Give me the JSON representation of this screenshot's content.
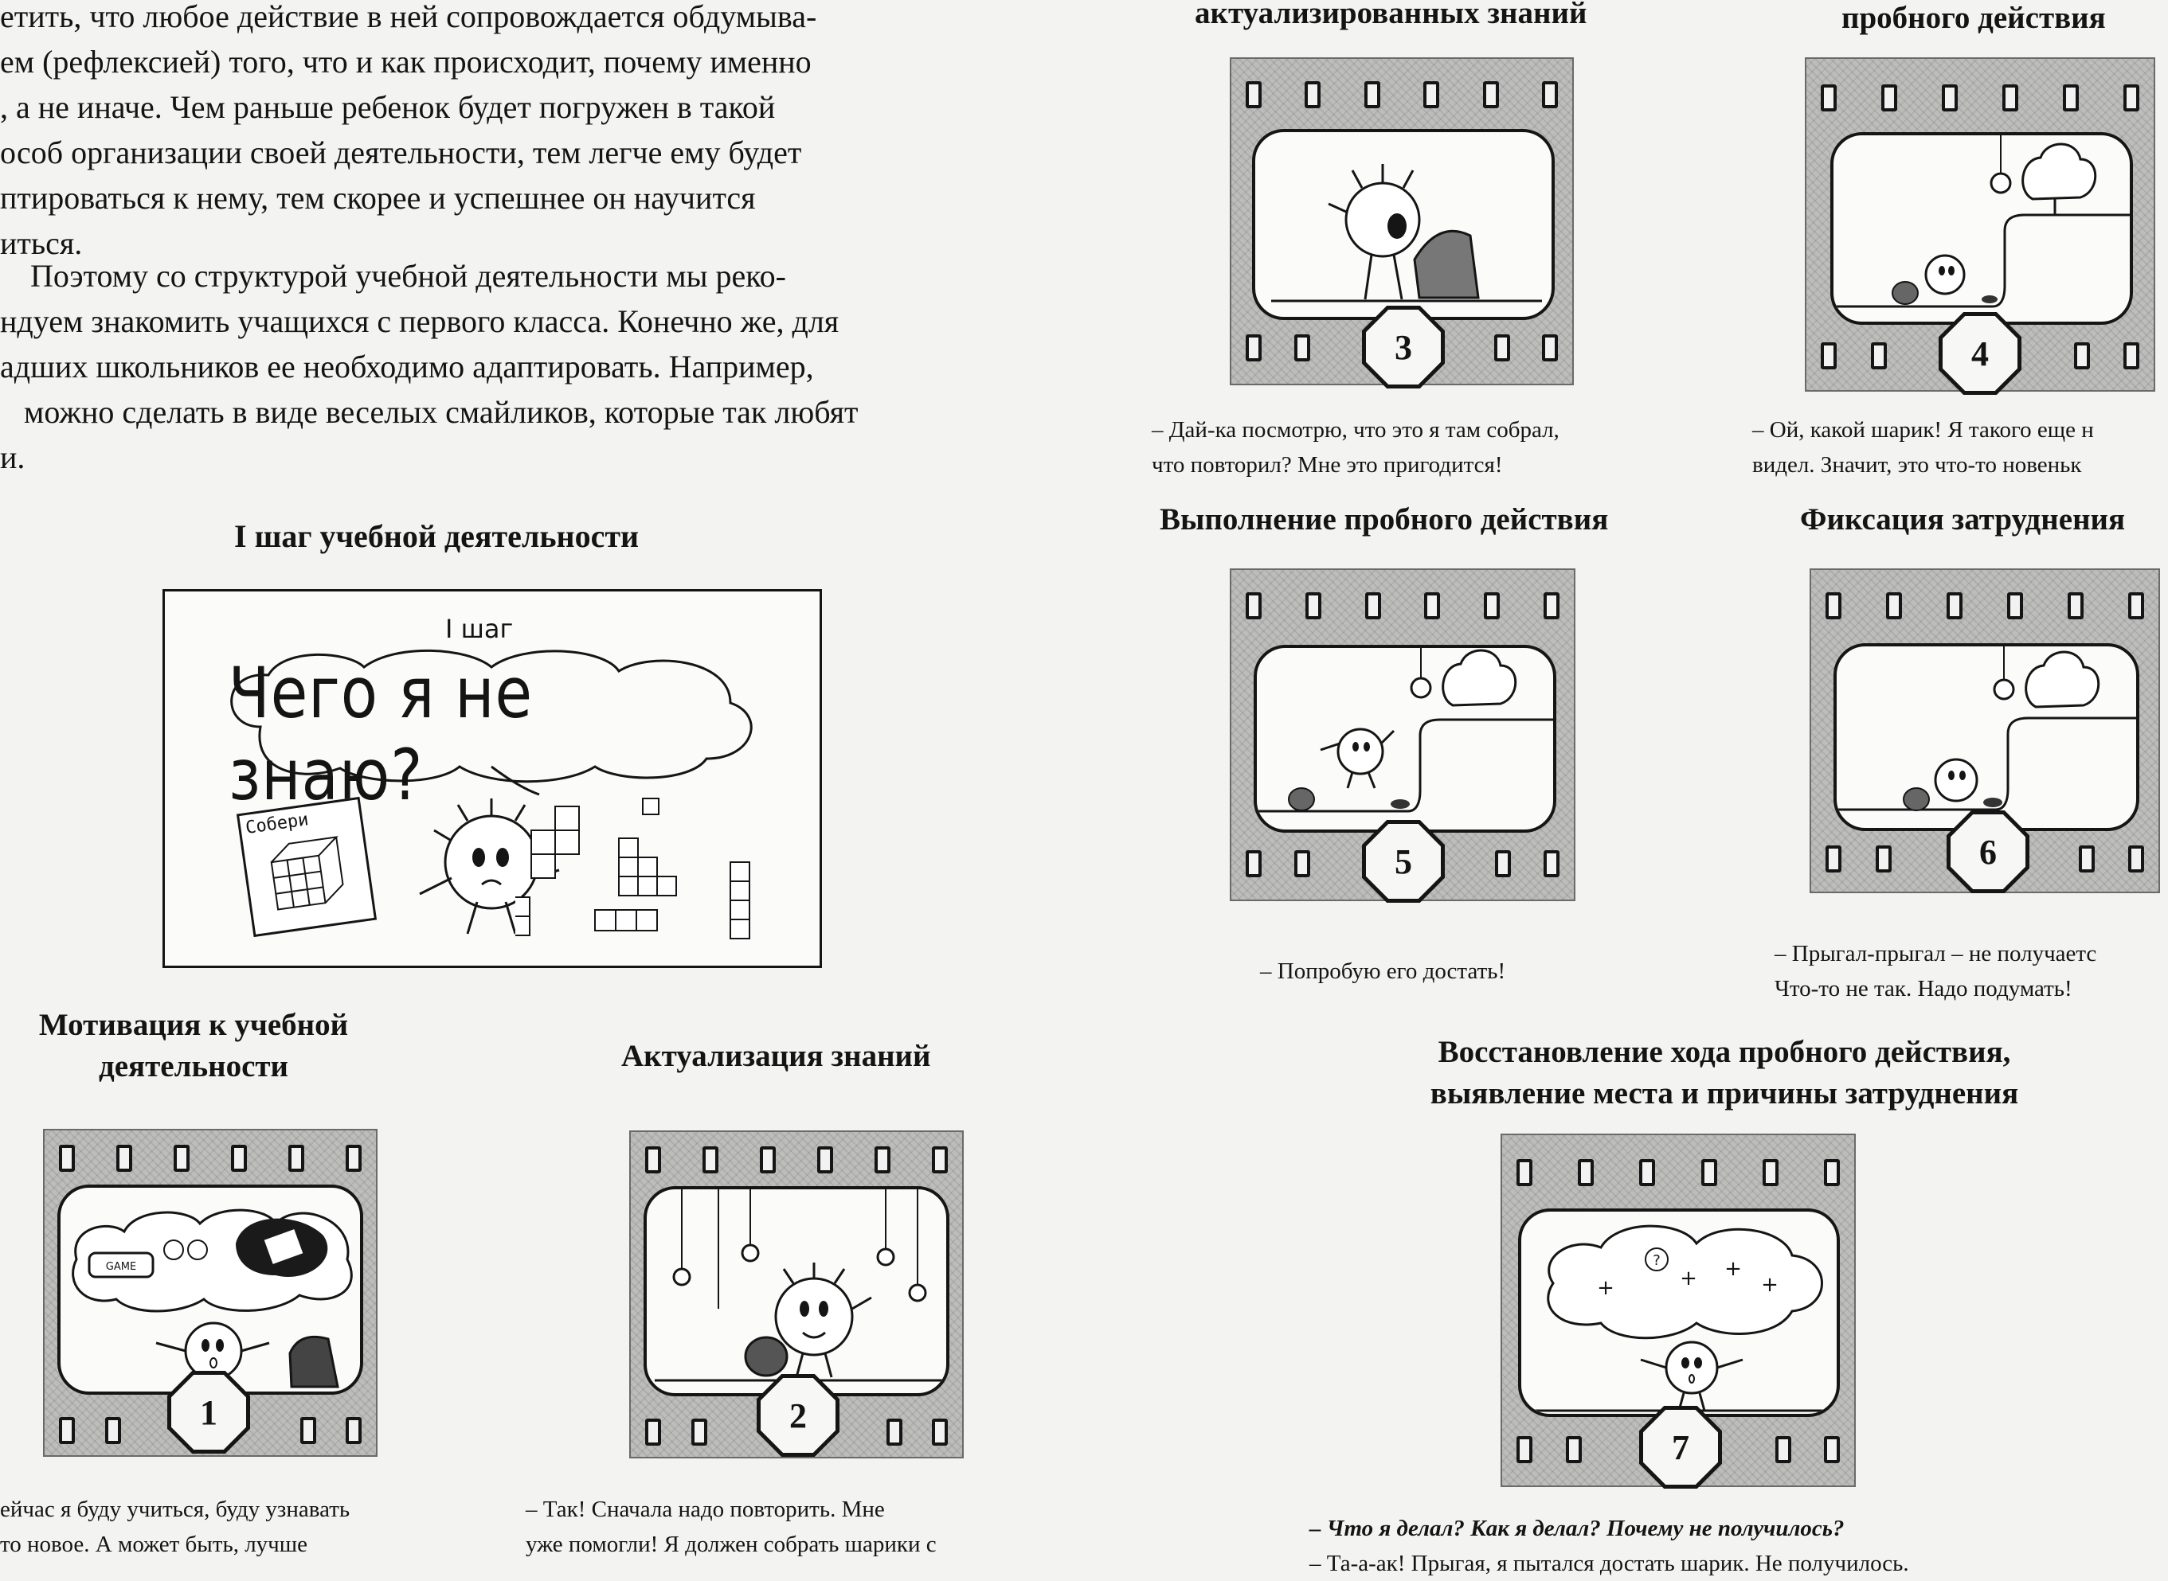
{
  "intro": {
    "lines": [
      "етить, что любое действие в ней сопровождается обдумыва-",
      "ем (рефлексией) того, что и как происходит, почему именно",
      ", а не иначе. Чем раньше ребенок будет погружен в такой",
      "особ организации своей деятельности, тем легче ему будет",
      "птироваться к нему, тем скорее и успешнее он научится",
      "иться."
    ],
    "lines2": [
      "Поэтому со структурой учебной деятельности мы реко-",
      "ндуем знакомить учащихся с первого класса. Конечно же, для",
      "адших школьников ее необходимо адаптировать. Например,",
      "можно сделать в виде веселых смайликов, которые так любят",
      "и."
    ]
  },
  "step1": {
    "title": "I шаг учебной деятельности",
    "small_label": "I шаг",
    "bubble_text": "Чего я не знаю?",
    "box_label": "Собери"
  },
  "frames": [
    {
      "number": "1",
      "heading": [
        "Мотивация к учебной",
        "деятельности"
      ],
      "game_label": "GAME",
      "caption": [
        "ейчас я буду учиться, буду узнавать",
        "то новое. А может быть, лучше"
      ]
    },
    {
      "number": "2",
      "heading": [
        "Актуализация знаний"
      ],
      "caption": [
        "– Так! Сначала надо повторить. Мне",
        "уже помогли! Я должен собрать шарики с"
      ]
    },
    {
      "number": "3",
      "heading": [
        "актуализированных знаний"
      ],
      "caption": [
        "– Дай-ка посмотрю, что это я там собрал,",
        "что повторил? Мне это пригодится!"
      ]
    },
    {
      "number": "4",
      "heading": [
        "пробного действия"
      ],
      "caption": [
        "– Ой, какой шарик! Я такого еще н",
        "видел. Значит, это что-то новеньк"
      ]
    },
    {
      "number": "5",
      "heading": [
        "Выполнение пробного действия"
      ],
      "caption": [
        "– Попробую его достать!"
      ]
    },
    {
      "number": "6",
      "heading": [
        "Фиксация затруднения"
      ],
      "caption": [
        "– Прыгал-прыгал – не получаетс",
        "Что-то не так. Надо подумать!"
      ]
    },
    {
      "number": "7",
      "heading": [
        "Восстановление хода пробного действия,",
        "выявление места и причины затруднения"
      ],
      "caption": [
        "– Что я делал?  Как я делал?  Почему не получилось?",
        "– Та-а-ак! Прыгая, я пытался достать шарик. Не получилось."
      ]
    }
  ]
}
